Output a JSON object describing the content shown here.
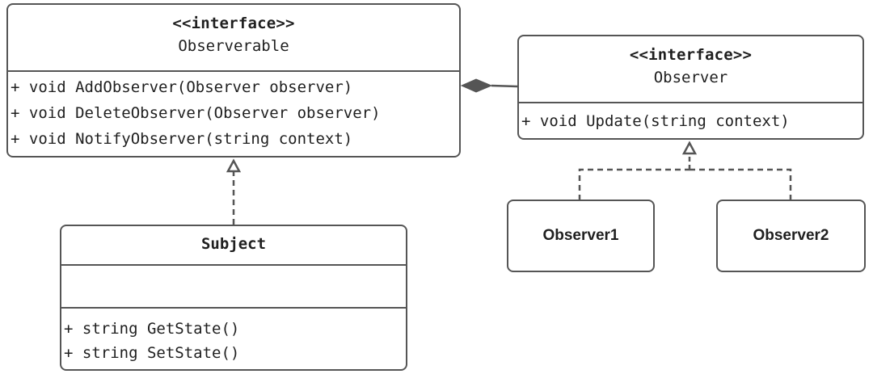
{
  "observerable": {
    "stereotype": "<<interface>>",
    "name": "Observerable",
    "methods": [
      "+ void AddObserver(Observer observer)",
      "+ void DeleteObserver(Observer observer)",
      "+ void NotifyObserver(string context)"
    ]
  },
  "observer": {
    "stereotype": "<<interface>>",
    "name": "Observer",
    "methods": [
      "+ void Update(string context)"
    ]
  },
  "subject": {
    "name": "Subject",
    "methods": [
      "+ string GetState()",
      "+ string SetState()"
    ]
  },
  "observer1": {
    "name": "Observer1"
  },
  "observer2": {
    "name": "Observer2"
  },
  "colors": {
    "line": "#555555",
    "text": "#1f1f1f",
    "background": "#ffffff"
  }
}
